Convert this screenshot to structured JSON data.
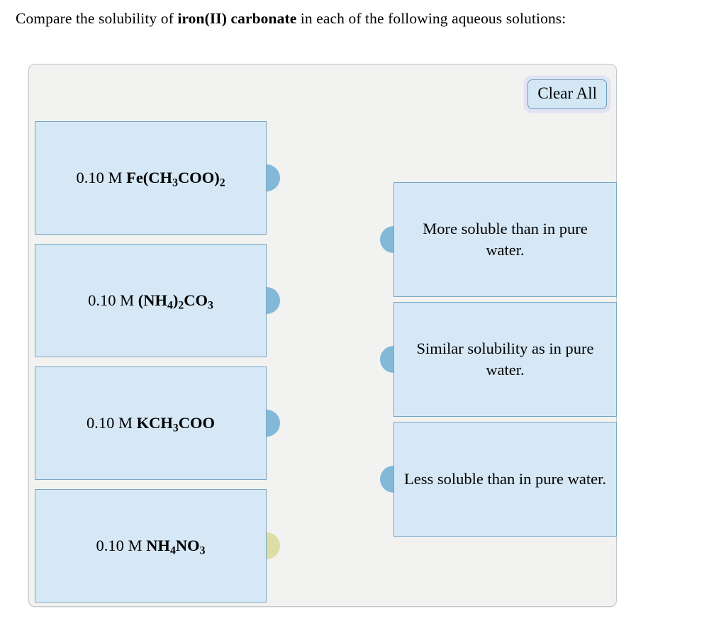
{
  "prompt": {
    "before": "Compare the solubility of ",
    "bold": "iron(II) carbonate",
    "after": " in each of the following aqueous solutions:"
  },
  "panel": {
    "clear_all_label": "Clear All",
    "background_color": "#f2f2f0",
    "border_color": "#c3c6ce"
  },
  "colors": {
    "box_fill": "#d6e7f5",
    "box_border": "#7aa7c5",
    "knob_blue": "#82b8d8",
    "knob_warm": "#dfdda6",
    "button_fill": "#d3e7f4",
    "button_border": "#6f9fc0",
    "focus_ring": "#dfe3f2"
  },
  "left_column": {
    "items": [
      {
        "concentration": "0.10 M ",
        "formula_html": "Fe(CH<sub>3</sub>COO)<sub>2</sub>",
        "formula_text": "Fe(CH3COO)2",
        "knob_color": "#82b8d8",
        "knob_state": "normal"
      },
      {
        "concentration": "0.10 M ",
        "formula_html": "(NH<sub>4</sub>)<sub>2</sub>CO<sub>3</sub>",
        "formula_text": "(NH4)2CO3",
        "knob_color": "#82b8d8",
        "knob_state": "normal"
      },
      {
        "concentration": "0.10 M ",
        "formula_html": "KCH<sub>3</sub>COO",
        "formula_text": "KCH3COO",
        "knob_color": "#82b8d8",
        "knob_state": "normal"
      },
      {
        "concentration": "0.10 M ",
        "formula_html": "NH<sub>4</sub>NO<sub>3</sub>",
        "formula_text": "NH4NO3",
        "knob_color": "#dfdda6",
        "knob_state": "highlighted"
      }
    ]
  },
  "right_column": {
    "items": [
      {
        "text": "More soluble than in pure water.",
        "knob_color": "#82b8d8"
      },
      {
        "text": "Similar solubility as in pure water.",
        "knob_color": "#82b8d8"
      },
      {
        "text": "Less soluble than in pure water.",
        "knob_color": "#82b8d8"
      }
    ]
  }
}
